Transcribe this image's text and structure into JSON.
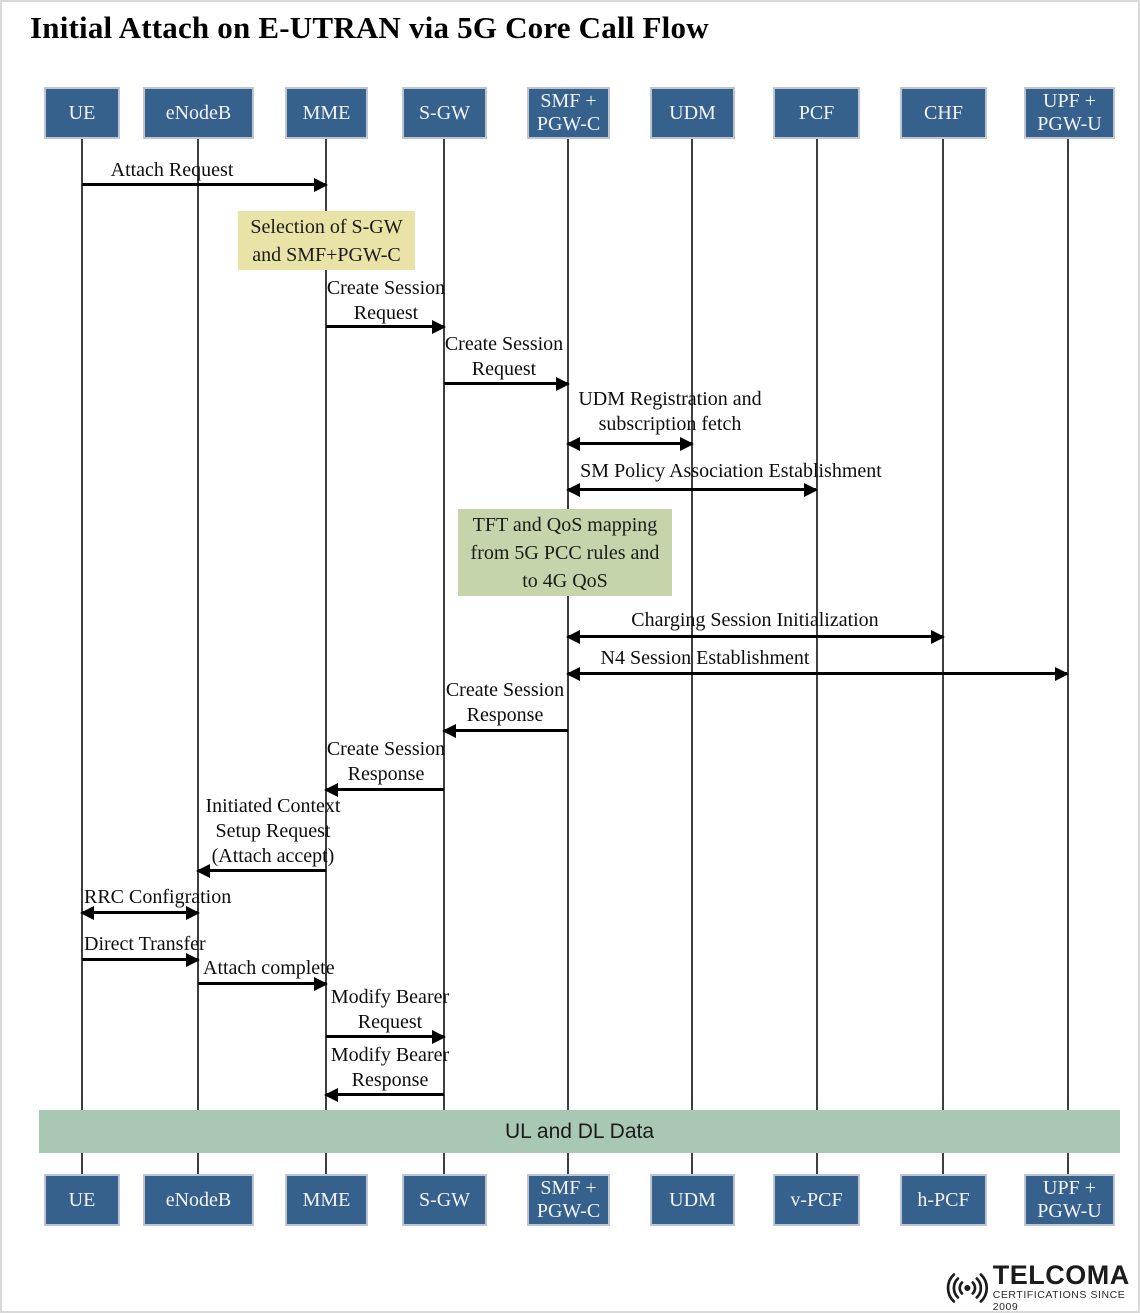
{
  "title": "Initial Attach on E-UTRAN via 5G Core Call Flow",
  "colors": {
    "entity_fill": "#36618c",
    "note_yellow": "#e9e3a7",
    "note_green": "#c6d4ab",
    "band_green": "#a9c8b4",
    "arrow": "#000000"
  },
  "entities_top": [
    {
      "label": "UE"
    },
    {
      "label": "eNodeB"
    },
    {
      "label": "MME"
    },
    {
      "label": "S-GW"
    },
    {
      "label": "SMF +\nPGW-C"
    },
    {
      "label": "UDM"
    },
    {
      "label": "PCF"
    },
    {
      "label": "CHF"
    },
    {
      "label": "UPF +\nPGW-U"
    }
  ],
  "entities_bottom": [
    {
      "label": "UE"
    },
    {
      "label": "eNodeB"
    },
    {
      "label": "MME"
    },
    {
      "label": "S-GW"
    },
    {
      "label": "SMF +\nPGW-C"
    },
    {
      "label": "UDM"
    },
    {
      "label": "v-PCF"
    },
    {
      "label": "h-PCF"
    },
    {
      "label": "UPF +\nPGW-U"
    }
  ],
  "messages": [
    {
      "label": "Attach Request",
      "from": "UE",
      "to": "MME",
      "direction": "right"
    },
    {
      "label": "Create Session\nRequest",
      "from": "MME",
      "to": "S-GW",
      "direction": "right"
    },
    {
      "label": "Create Session\nRequest",
      "from": "S-GW",
      "to": "SMF + PGW-C",
      "direction": "right"
    },
    {
      "label": "UDM Registration and\nsubscription fetch",
      "from": "SMF + PGW-C",
      "to": "UDM",
      "direction": "both"
    },
    {
      "label": "SM Policy Association Establishment",
      "from": "SMF + PGW-C",
      "to": "PCF",
      "direction": "both"
    },
    {
      "label": "Charging Session  Initialization",
      "from": "SMF + PGW-C",
      "to": "CHF",
      "direction": "both"
    },
    {
      "label": "N4 Session Establishment",
      "from": "SMF + PGW-C",
      "to": "UPF + PGW-U",
      "direction": "both"
    },
    {
      "label": "Create Session\nResponse",
      "from": "SMF + PGW-C",
      "to": "S-GW",
      "direction": "left"
    },
    {
      "label": "Create Session\nResponse",
      "from": "S-GW",
      "to": "MME",
      "direction": "left"
    },
    {
      "label": "Initiated Context\nSetup Request\n(Attach accept)",
      "from": "MME",
      "to": "eNodeB",
      "direction": "left"
    },
    {
      "label": "RRC Configration",
      "from": "UE",
      "to": "eNodeB",
      "direction": "both"
    },
    {
      "label": "Direct Transfer",
      "from": "UE",
      "to": "eNodeB",
      "direction": "right"
    },
    {
      "label": "Attach complete",
      "from": "eNodeB",
      "to": "MME",
      "direction": "right"
    },
    {
      "label": "Modify Bearer\nRequest",
      "from": "MME",
      "to": "S-GW",
      "direction": "right"
    },
    {
      "label": "Modify Bearer\nResponse",
      "from": "S-GW",
      "to": "MME",
      "direction": "left"
    }
  ],
  "notes": [
    {
      "label": "Selection of S-GW\nand SMF+PGW-C"
    },
    {
      "label": "TFT and QoS mapping\nfrom 5G PCC rules and\nto 4G QoS"
    }
  ],
  "band": {
    "label": "UL and DL Data"
  },
  "logo": {
    "brand": "TELCOMA",
    "tagline": "CERTIFICATIONS SINCE 2009"
  }
}
